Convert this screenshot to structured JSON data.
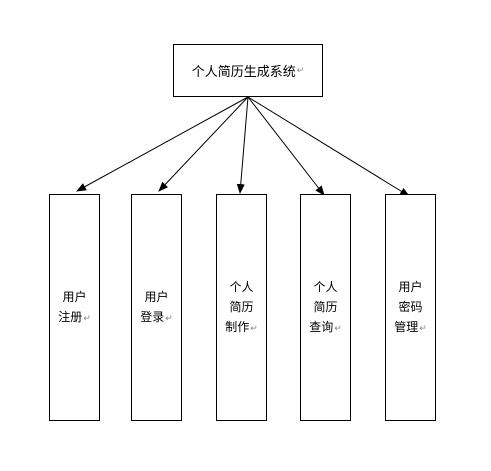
{
  "root": {
    "label": "个人简历生成系统",
    "para_mark": "↵"
  },
  "modules": [
    {
      "lines": [
        "用户",
        "注册"
      ],
      "para_mark": "↵"
    },
    {
      "lines": [
        "用户",
        "登录"
      ],
      "para_mark": "↵"
    },
    {
      "lines": [
        "个人",
        "简历",
        "制作"
      ],
      "para_mark": "↵"
    },
    {
      "lines": [
        "个人",
        "简历",
        "查询"
      ],
      "para_mark": "↵"
    },
    {
      "lines": [
        "用户",
        "密码",
        "管理"
      ],
      "para_mark": "↵"
    }
  ],
  "colors": {
    "stroke": "#000000",
    "background": "#ffffff",
    "para_mark": "#888888"
  }
}
